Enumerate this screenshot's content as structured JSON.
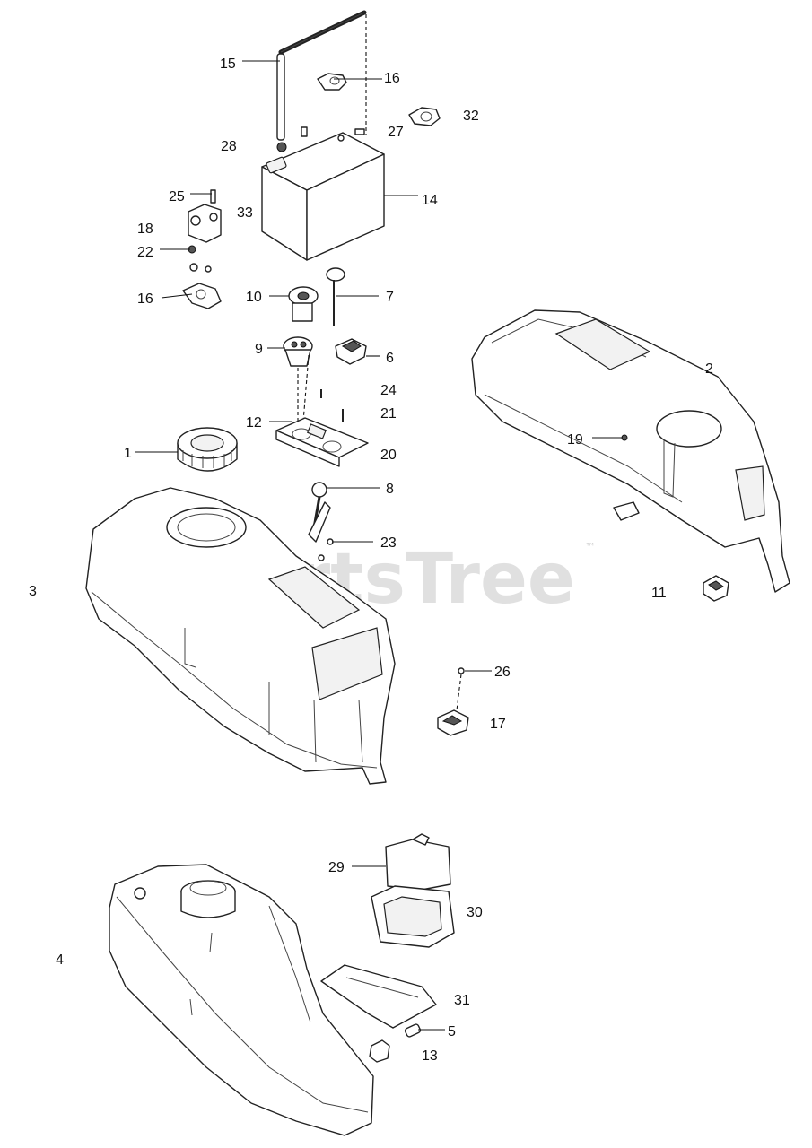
{
  "watermark": {
    "text": "PartsTree",
    "trademark": "™"
  },
  "callouts": [
    {
      "id": "c1",
      "label": "1"
    },
    {
      "id": "c2",
      "label": "2"
    },
    {
      "id": "c3",
      "label": "3"
    },
    {
      "id": "c4",
      "label": "4"
    },
    {
      "id": "c5",
      "label": "5"
    },
    {
      "id": "c6",
      "label": "6"
    },
    {
      "id": "c7",
      "label": "7"
    },
    {
      "id": "c8",
      "label": "8"
    },
    {
      "id": "c9",
      "label": "9"
    },
    {
      "id": "c10",
      "label": "10"
    },
    {
      "id": "c11",
      "label": "11"
    },
    {
      "id": "c12",
      "label": "12"
    },
    {
      "id": "c13",
      "label": "13"
    },
    {
      "id": "c14",
      "label": "14"
    },
    {
      "id": "c15",
      "label": "15"
    },
    {
      "id": "c16a",
      "label": "16"
    },
    {
      "id": "c16b",
      "label": "16"
    },
    {
      "id": "c17",
      "label": "17"
    },
    {
      "id": "c18",
      "label": "18"
    },
    {
      "id": "c19",
      "label": "19"
    },
    {
      "id": "c20",
      "label": "20"
    },
    {
      "id": "c21",
      "label": "21"
    },
    {
      "id": "c22",
      "label": "22"
    },
    {
      "id": "c23",
      "label": "23"
    },
    {
      "id": "c24",
      "label": "24"
    },
    {
      "id": "c25",
      "label": "25"
    },
    {
      "id": "c26",
      "label": "26"
    },
    {
      "id": "c27",
      "label": "27"
    },
    {
      "id": "c28",
      "label": "28"
    },
    {
      "id": "c29",
      "label": "29"
    },
    {
      "id": "c30",
      "label": "30"
    },
    {
      "id": "c31",
      "label": "31"
    },
    {
      "id": "c32",
      "label": "32"
    },
    {
      "id": "c33",
      "label": "33"
    }
  ]
}
